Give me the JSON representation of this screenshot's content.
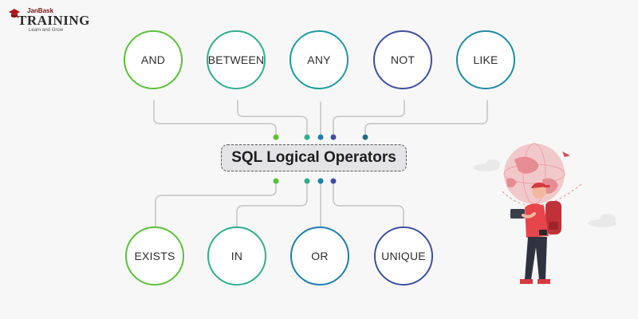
{
  "brand": {
    "small": "JanBask",
    "big": "TRAINING",
    "tagline": "Learn and Grow"
  },
  "center_title": "SQL Logical Operators",
  "operators_top": [
    {
      "label": "AND",
      "color": "#5cbf3a"
    },
    {
      "label": "BETWEEN",
      "color": "#2fae8a"
    },
    {
      "label": "ANY",
      "color": "#1f9aa3"
    },
    {
      "label": "NOT",
      "color": "#3d4fa0"
    },
    {
      "label": "LIKE",
      "color": "#1f8aa3"
    }
  ],
  "operators_bottom": [
    {
      "label": "EXISTS",
      "color": "#5cbf3a"
    },
    {
      "label": "IN",
      "color": "#2fae8a"
    },
    {
      "label": "OR",
      "color": "#1f7ea8"
    },
    {
      "label": "UNIQUE",
      "color": "#3d4fa0"
    }
  ],
  "connector_color": "#bfbfbf"
}
